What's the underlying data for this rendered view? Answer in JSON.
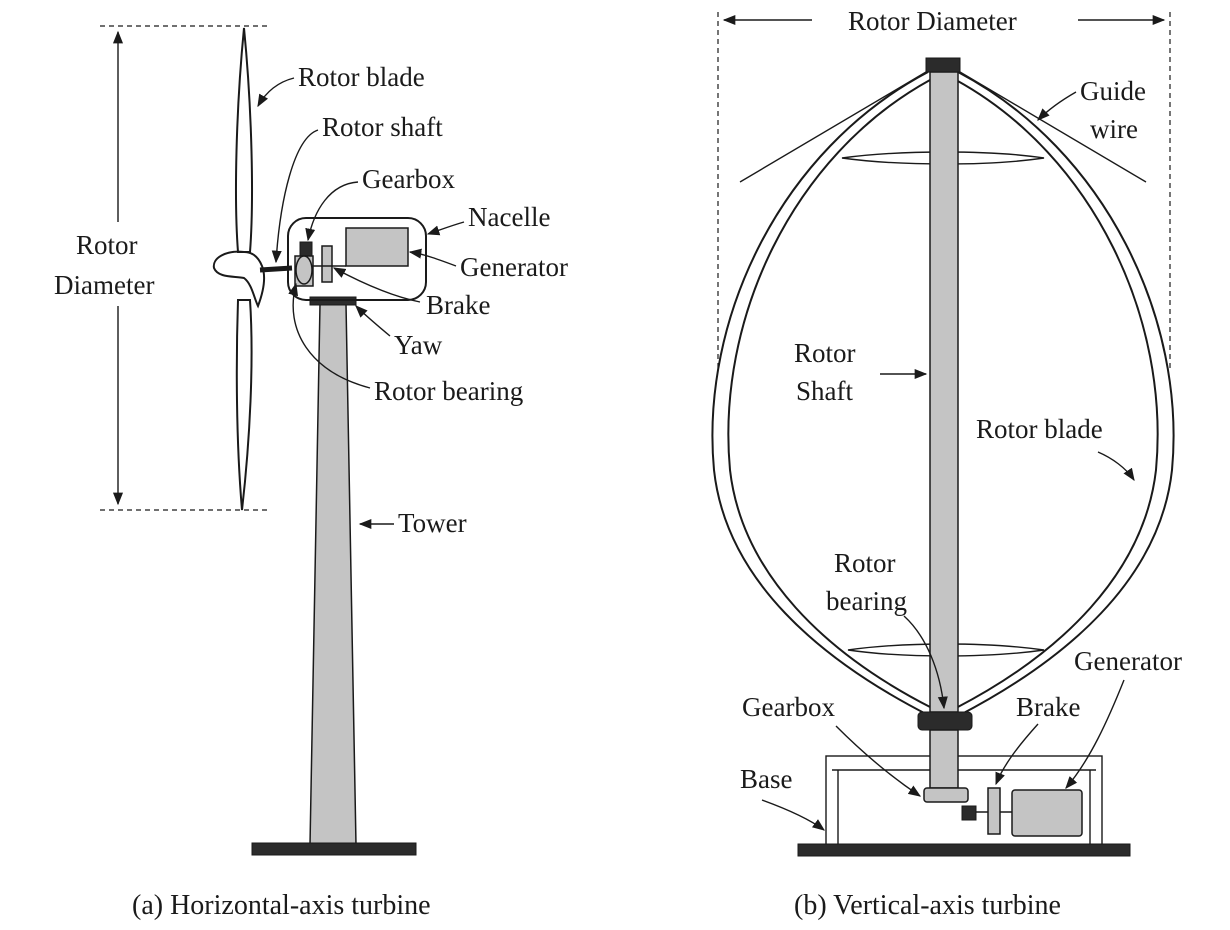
{
  "horizontal": {
    "caption": "(a) Horizontal-axis turbine",
    "labels": {
      "rotor_blade": "Rotor blade",
      "rotor_shaft": "Rotor shaft",
      "gearbox": "Gearbox",
      "nacelle": "Nacelle",
      "rotor_diameter_line1": "Rotor",
      "rotor_diameter_line2": "Diameter",
      "generator": "Generator",
      "brake": "Brake",
      "yaw": "Yaw",
      "rotor_bearing": "Rotor bearing",
      "tower": "Tower"
    }
  },
  "vertical": {
    "caption": "(b) Vertical-axis turbine",
    "labels": {
      "rotor_diameter": "Rotor Diameter",
      "guide_wire_line1": "Guide",
      "guide_wire_line2": "wire",
      "rotor_shaft_line1": "Rotor",
      "rotor_shaft_line2": "Shaft",
      "rotor_blade": "Rotor blade",
      "rotor_bearing_line1": "Rotor",
      "rotor_bearing_line2": "bearing",
      "generator": "Generator",
      "gearbox": "Gearbox",
      "brake": "Brake",
      "base": "Base"
    }
  }
}
